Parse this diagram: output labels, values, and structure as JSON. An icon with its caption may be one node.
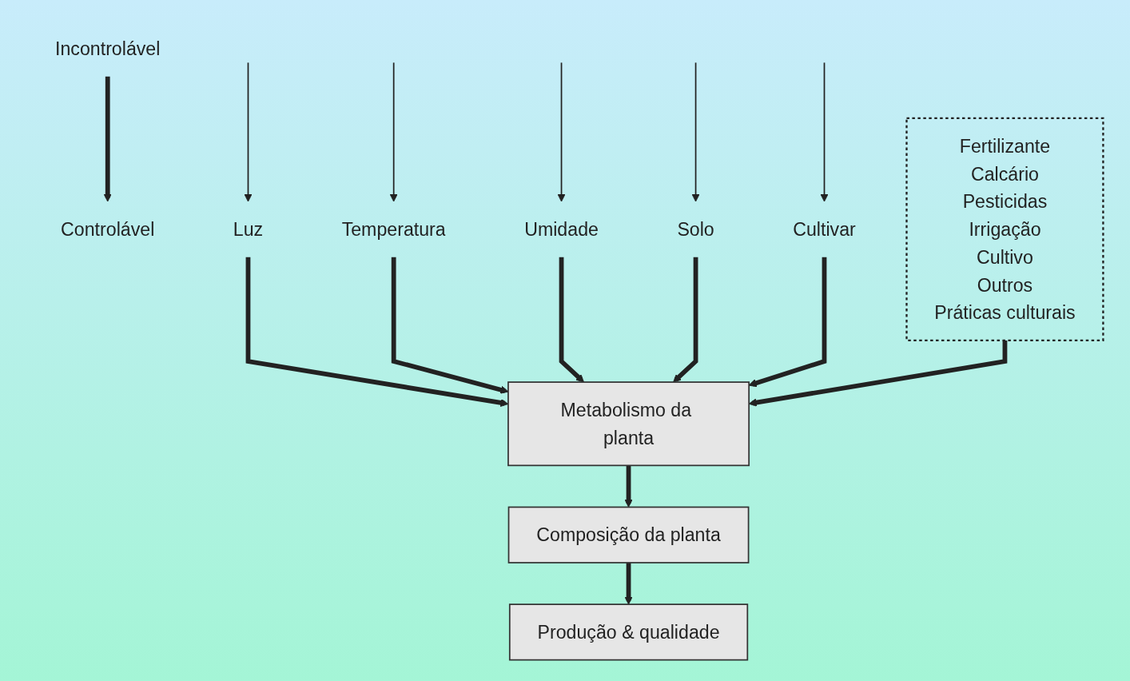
{
  "diagram": {
    "nodes": [
      {
        "text": [
          "Incontrolável"
        ]
      },
      {
        "text": [
          "Controlável"
        ]
      },
      {
        "text": [
          "Luz"
        ]
      },
      {
        "text": [
          "Temperatura"
        ]
      },
      {
        "text": [
          "Umidade"
        ]
      },
      {
        "text": [
          "Solo"
        ]
      },
      {
        "text": [
          "Cultivar"
        ]
      },
      {
        "text": [
          "Fertilizante",
          "Calcário",
          "Pesticidas",
          "Irrigação",
          "Cultivo",
          "Outros",
          "Práticas culturais"
        ]
      },
      {
        "text": [
          "Metabolismo da planta"
        ]
      },
      {
        "text": [
          "Composição da planta"
        ]
      },
      {
        "text": [
          "Produção & qualidade"
        ]
      }
    ],
    "edges": [
      {
        "from": 0,
        "to": 1,
        "arrow": "to"
      },
      {
        "from": null,
        "to": 2,
        "arrow": "to"
      },
      {
        "from": null,
        "to": 3,
        "arrow": "to"
      },
      {
        "from": null,
        "to": 4,
        "arrow": "to"
      },
      {
        "from": null,
        "to": 5,
        "arrow": "to"
      },
      {
        "from": null,
        "to": 6,
        "arrow": "to"
      },
      {
        "from": 2,
        "to": 8,
        "arrow": "to"
      },
      {
        "from": 3,
        "to": 8,
        "arrow": "to"
      },
      {
        "from": 4,
        "to": 8,
        "arrow": "to"
      },
      {
        "from": 5,
        "to": 8,
        "arrow": "to"
      },
      {
        "from": 6,
        "to": 8,
        "arrow": "to"
      },
      {
        "from": 7,
        "to": 8,
        "arrow": "to"
      },
      {
        "from": 8,
        "to": 9,
        "arrow": "to"
      },
      {
        "from": 9,
        "to": 10,
        "arrow": "to"
      }
    ]
  }
}
